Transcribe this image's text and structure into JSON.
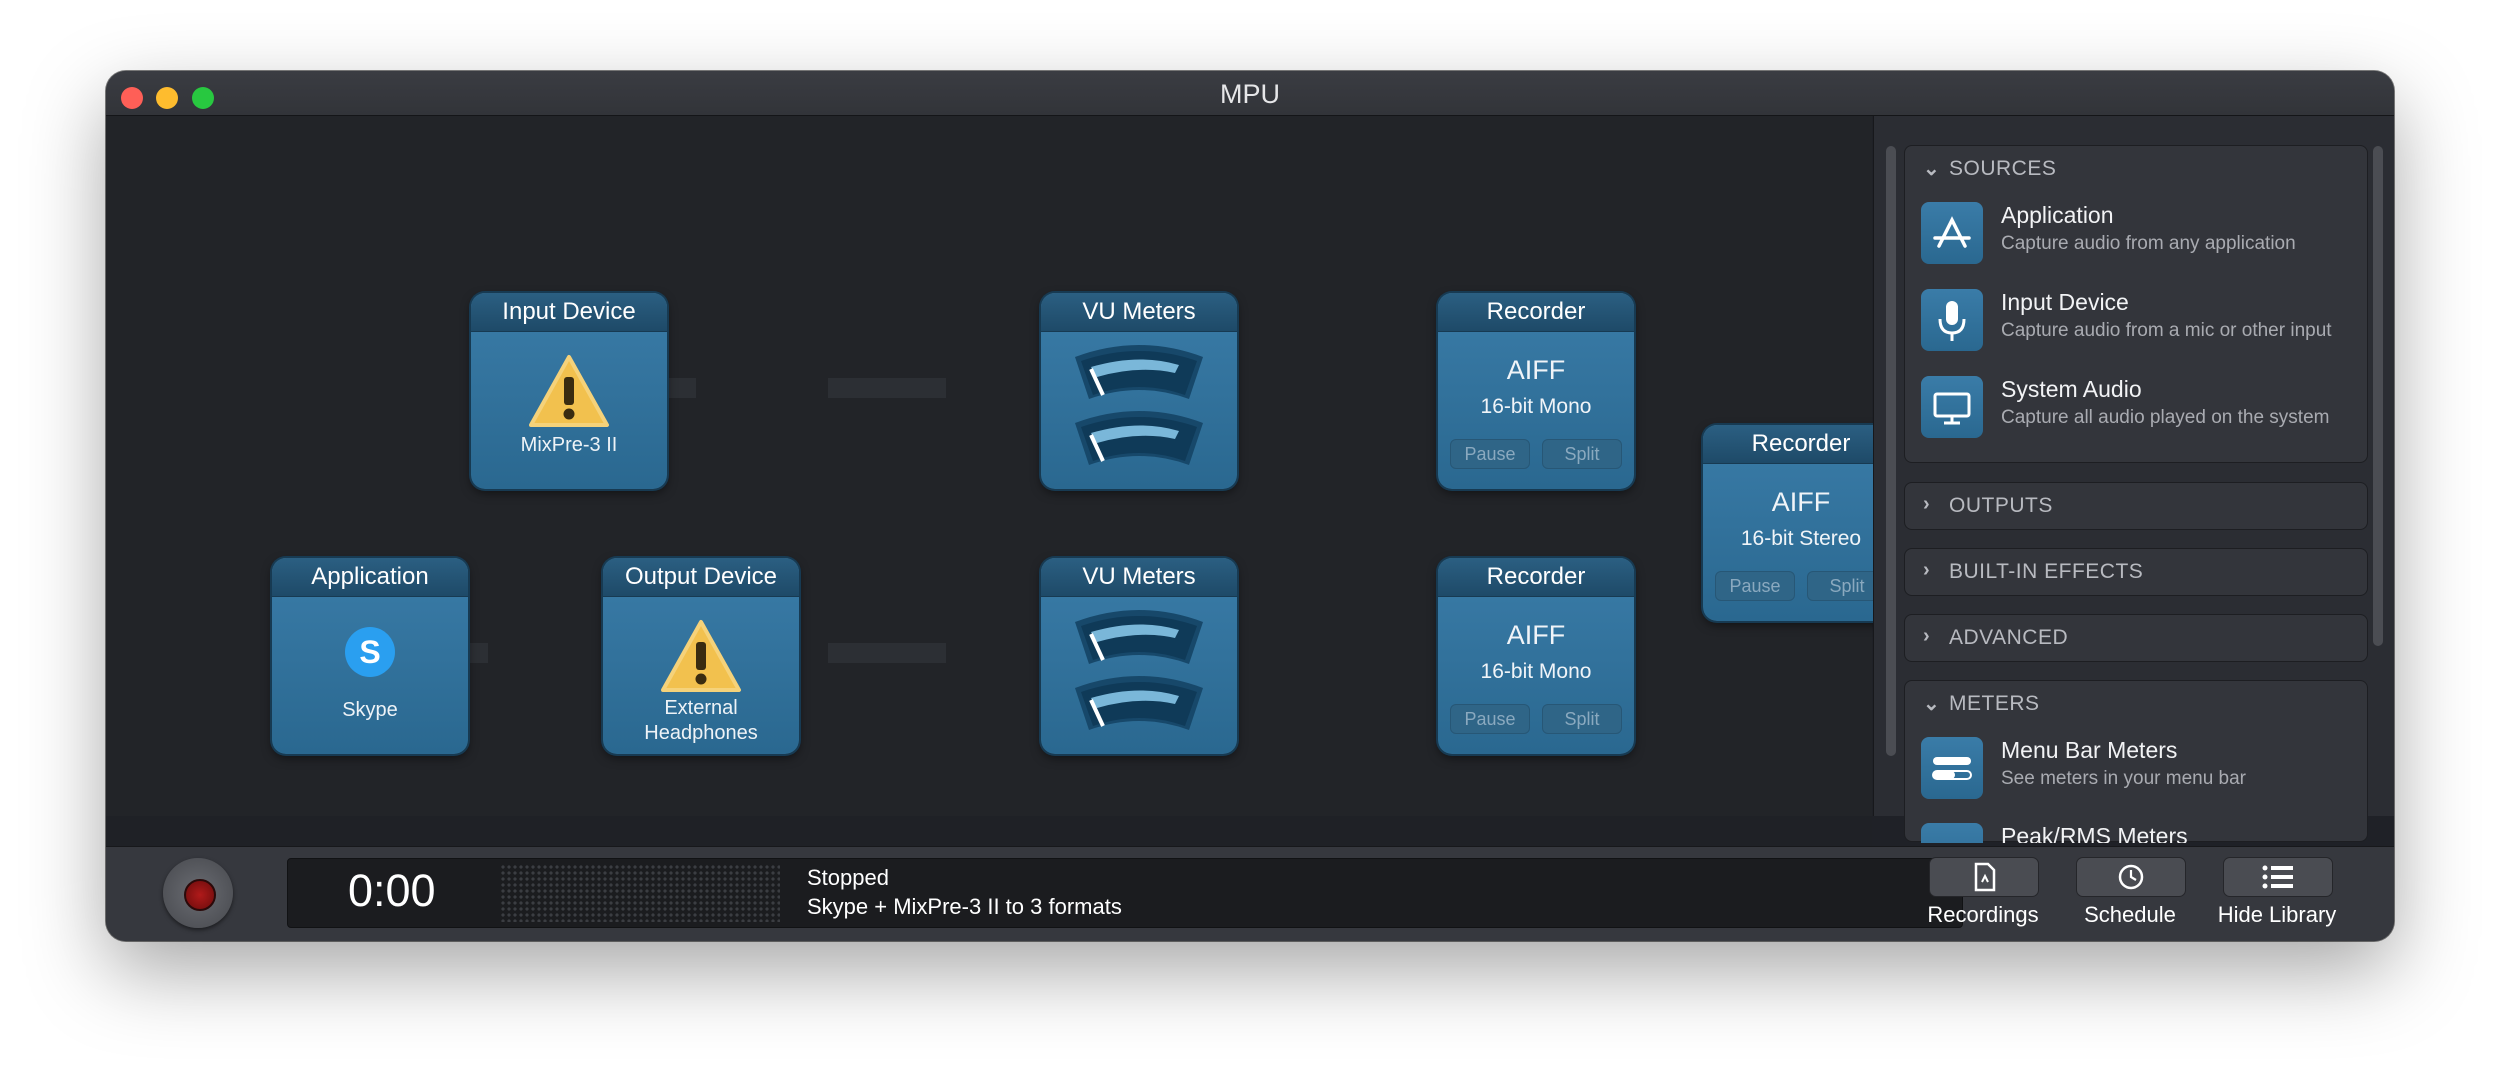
{
  "window": {
    "title": "MPU"
  },
  "nodes": {
    "input_device": {
      "title": "Input Device",
      "label": "MixPre-3 II"
    },
    "vu_top": {
      "title": "VU Meters"
    },
    "recorder_top": {
      "title": "Recorder",
      "format": "AIFF",
      "detail": "16-bit Mono",
      "pause": "Pause",
      "split": "Split"
    },
    "recorder_right": {
      "title": "Recorder",
      "format": "AIFF",
      "detail": "16-bit Stereo",
      "pause": "Pause",
      "split": "Split"
    },
    "application": {
      "title": "Application",
      "label": "Skype"
    },
    "output_device": {
      "title": "Output Device",
      "label_line1": "External",
      "label_line2": "Headphones"
    },
    "vu_bottom": {
      "title": "VU Meters"
    },
    "recorder_bottom": {
      "title": "Recorder",
      "format": "AIFF",
      "detail": "16-bit Mono",
      "pause": "Pause",
      "split": "Split"
    }
  },
  "library": {
    "sources": {
      "title": "SOURCES",
      "items": [
        {
          "name": "Application",
          "desc": "Capture audio from any application",
          "icon": "app-store-icon"
        },
        {
          "name": "Input Device",
          "desc": "Capture audio from a mic or other input",
          "icon": "microphone-icon"
        },
        {
          "name": "System Audio",
          "desc": "Capture all audio played on the system",
          "icon": "monitor-icon"
        }
      ]
    },
    "outputs": {
      "title": "OUTPUTS"
    },
    "builtin_effects": {
      "title": "BUILT-IN EFFECTS"
    },
    "advanced": {
      "title": "ADVANCED"
    },
    "meters": {
      "title": "METERS",
      "items": [
        {
          "name": "Menu Bar Meters",
          "desc": "See meters in your menu bar",
          "icon": "menu-bar-meters-icon"
        },
        {
          "name": "Peak/RMS Meters",
          "icon": "peak-rms-meters-icon"
        }
      ]
    }
  },
  "transport": {
    "time": "0:00",
    "status": "Stopped",
    "description": "Skype + MixPre-3 II to 3 formats"
  },
  "toolbar": {
    "recordings": "Recordings",
    "schedule": "Schedule",
    "hide_library": "Hide Library"
  },
  "colors": {
    "node_blue": "#2f6f99",
    "node_header": "#245779",
    "warning_yellow": "#f2c14e",
    "record_red": "#9a1414",
    "skype_blue": "#2a9ff0"
  }
}
